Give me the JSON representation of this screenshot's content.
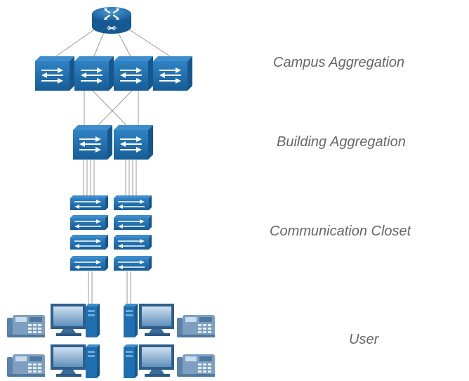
{
  "tiers": {
    "campus": "Campus Aggregation",
    "building": "Building Aggregation",
    "closet": "Communication Closet",
    "user": "User"
  },
  "colors": {
    "device_blue": "#1f6fb0",
    "device_dark": "#15578d",
    "device_light": "#3d8ccb",
    "link": "#999999",
    "label": "#666666",
    "phone": "#6c8fb3",
    "monitor_screen": "#4f79a1"
  },
  "icons": [
    "router-icon",
    "switch-icon",
    "stack-switch-icon",
    "ip-phone-icon",
    "monitor-icon",
    "tower-pc-icon"
  ]
}
